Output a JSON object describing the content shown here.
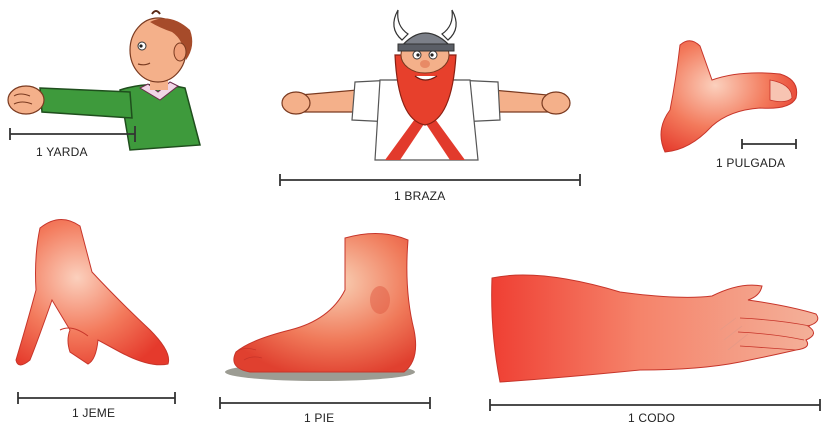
{
  "units": [
    {
      "id": "yarda",
      "label": "1 YARDA"
    },
    {
      "id": "braza",
      "label": "1 BRAZA"
    },
    {
      "id": "pulgada",
      "label": "1 PULGADA"
    },
    {
      "id": "jeme",
      "label": "1 JEME"
    },
    {
      "id": "pie",
      "label": "1 PIE"
    },
    {
      "id": "codo",
      "label": "1 CODO"
    }
  ],
  "colors": {
    "skin": "#f4a07a",
    "skin_dark": "#e2553e",
    "limb_red": "#ef4a3a",
    "limb_highlight": "#f6b7a0",
    "shirt_green": "#3e9a3c",
    "viking_beard": "#e7402c",
    "helmet": "#7b7f88",
    "ruler": "#333333"
  }
}
